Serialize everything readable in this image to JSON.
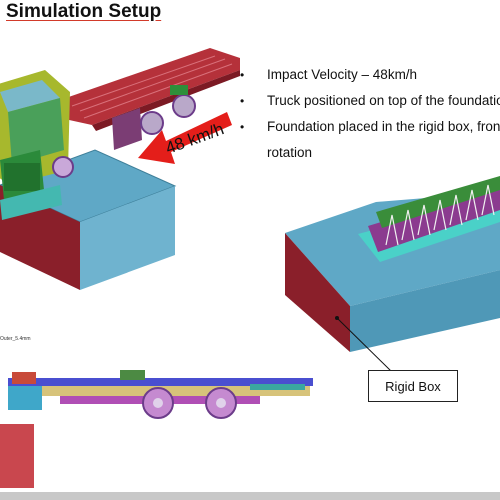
{
  "slide": {
    "title": "Simulation Setup",
    "bullets": [
      "Impact Velocity – 48km/h",
      "Truck positioned on top of the foundation",
      "Foundation placed in the rigid box, front"
    ],
    "bullet_continuation": "rotation",
    "arrow_label": "48 km/h",
    "callout_label": "Rigid Box",
    "caption_small": "Outer_5.4mm",
    "colors": {
      "arrow": "#e41e1a",
      "box_top": "#5fa8c6",
      "box_side": "#8a1f2a",
      "title_underline": "#d23a2a"
    }
  }
}
